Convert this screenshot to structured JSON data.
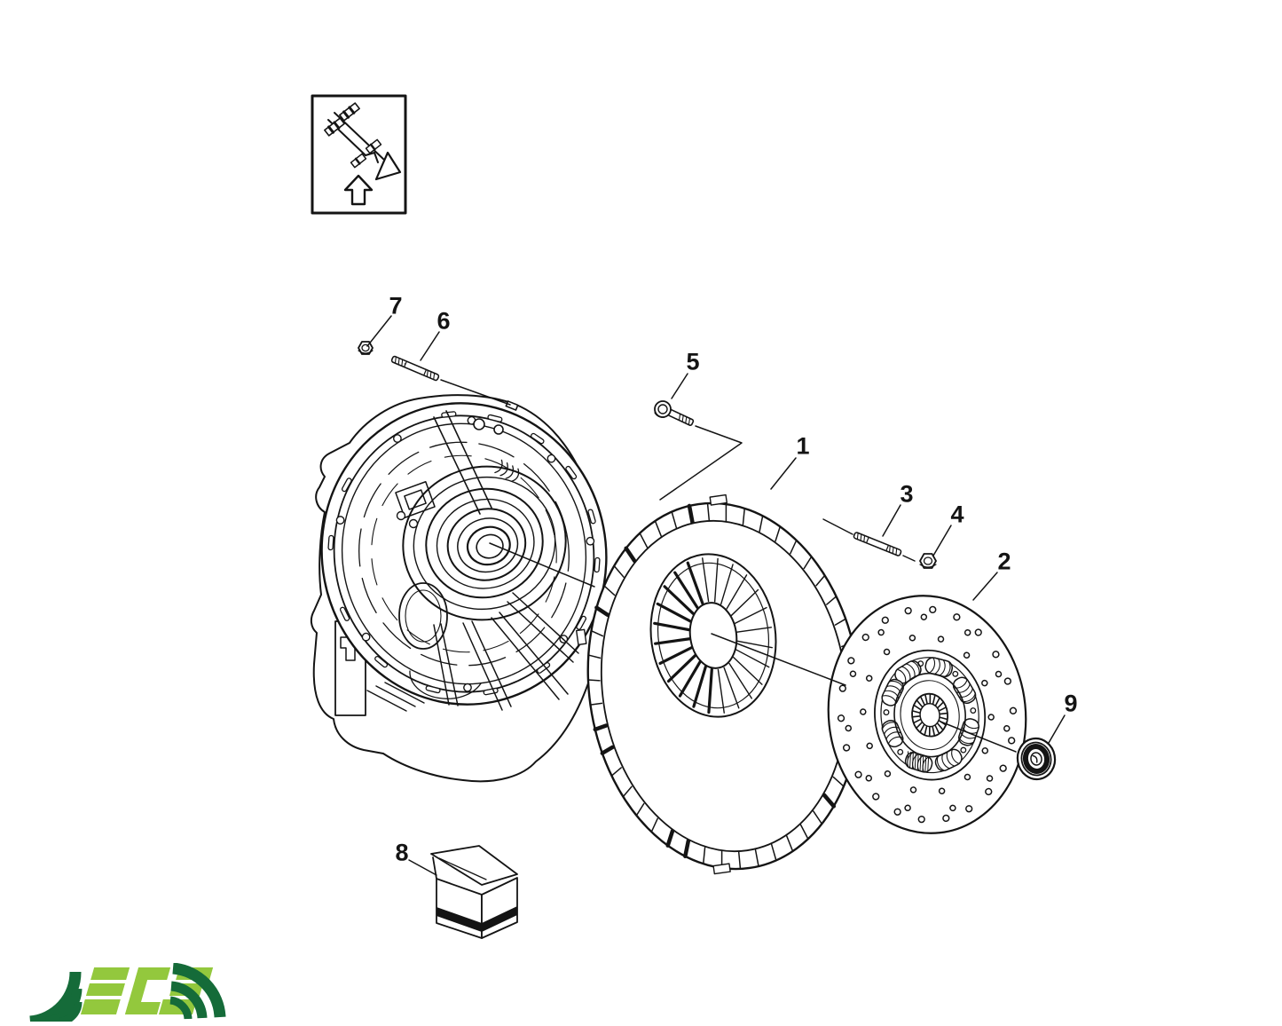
{
  "page": {
    "background": "#ffffff"
  },
  "diagram": {
    "type": "exploded-parts-diagram",
    "callouts": [
      {
        "label": "1"
      },
      {
        "label": "2"
      },
      {
        "label": "3"
      },
      {
        "label": "4"
      },
      {
        "label": "5"
      },
      {
        "label": "6"
      },
      {
        "label": "7"
      },
      {
        "label": "8"
      },
      {
        "label": "9"
      }
    ]
  },
  "branding": {
    "logo_text": "ECS",
    "logo_colors": {
      "light_green": "#93c83d",
      "dark_green": "#156b39"
    }
  }
}
